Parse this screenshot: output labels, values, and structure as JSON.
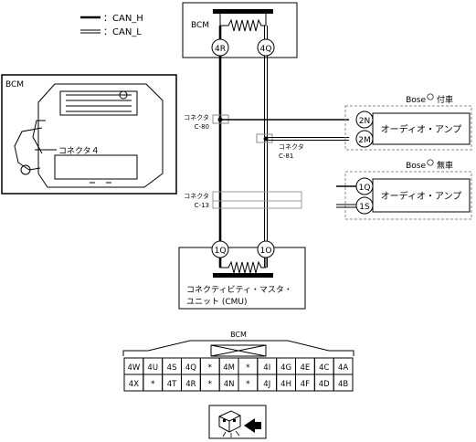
{
  "legend": {
    "can_h": "：CAN_H",
    "can_l": "：CAN_L"
  },
  "bcm": {
    "label": "BCM",
    "pin_h": "4R",
    "pin_l": "4Q"
  },
  "photo": {
    "title": "BCM",
    "connector_label": "コネクタ４"
  },
  "connectors": {
    "c80": {
      "label": "コネクタ",
      "id": "C-80"
    },
    "c81": {
      "label": "コネクタ",
      "id": "C-81"
    },
    "c13": {
      "label": "コネクタ",
      "id": "C-13"
    }
  },
  "bose_with": {
    "label": "Bose",
    "suffix": "付車",
    "amp_label": "オーディオ・アンプ",
    "pin_h": "2N",
    "pin_l": "2M"
  },
  "bose_without": {
    "label": "Bose",
    "suffix": "無車",
    "amp_label": "オーディオ・アンプ",
    "pin_h": "1Q",
    "pin_l": "1S"
  },
  "cmu": {
    "pin_h": "1Q",
    "pin_l": "1O",
    "label_line1": "コネクティビティ・マスタ・",
    "label_line2": "ユニット (CMU)"
  },
  "connector_face": {
    "title": "BCM",
    "row1": [
      "4W",
      "4U",
      "4S",
      "4Q",
      "*",
      "4M",
      "*",
      "4I",
      "4G",
      "4E",
      "4C",
      "4A"
    ],
    "row2": [
      "4X",
      "*",
      "4T",
      "4R",
      "*",
      "4N",
      "*",
      "4J",
      "4H",
      "4F",
      "4D",
      "4B"
    ]
  },
  "colors": {
    "line": "#000000",
    "dashed_box": "#888888",
    "highlight_box": "#999999"
  }
}
